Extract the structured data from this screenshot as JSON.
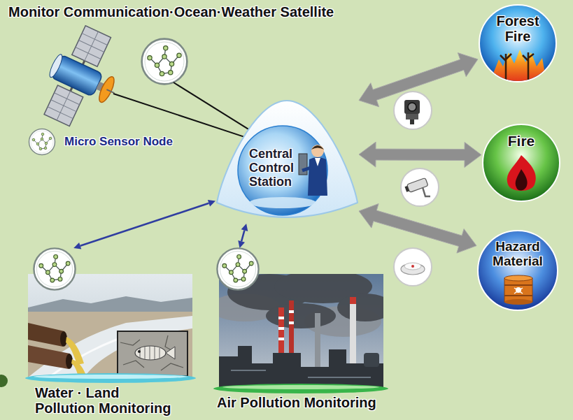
{
  "diagram": {
    "title": "Monitor Communication·Ocean·Weather Satellite",
    "nodes": [
      {
        "text": [
          "Forest Fire"
        ]
      },
      {
        "text": [
          "Central Control Station"
        ]
      },
      {
        "text": [
          "Fire"
        ]
      },
      {
        "text": [
          "Hazard Material"
        ]
      },
      {
        "text": [
          "Water · Land Pollution Monitoring"
        ]
      },
      {
        "text": [
          "Air Pollution Monitoring"
        ]
      }
    ],
    "edges": [
      {
        "from": 1,
        "to": 0,
        "arrow": "both"
      },
      {
        "from": 1,
        "to": 2,
        "arrow": "both"
      },
      {
        "from": 1,
        "to": 3,
        "arrow": "both"
      },
      {
        "from": 1,
        "to": 4,
        "arrow": "both"
      },
      {
        "from": 1,
        "to": 5,
        "arrow": "both"
      }
    ],
    "labels": [
      "Micro Sensor Node"
    ]
  }
}
